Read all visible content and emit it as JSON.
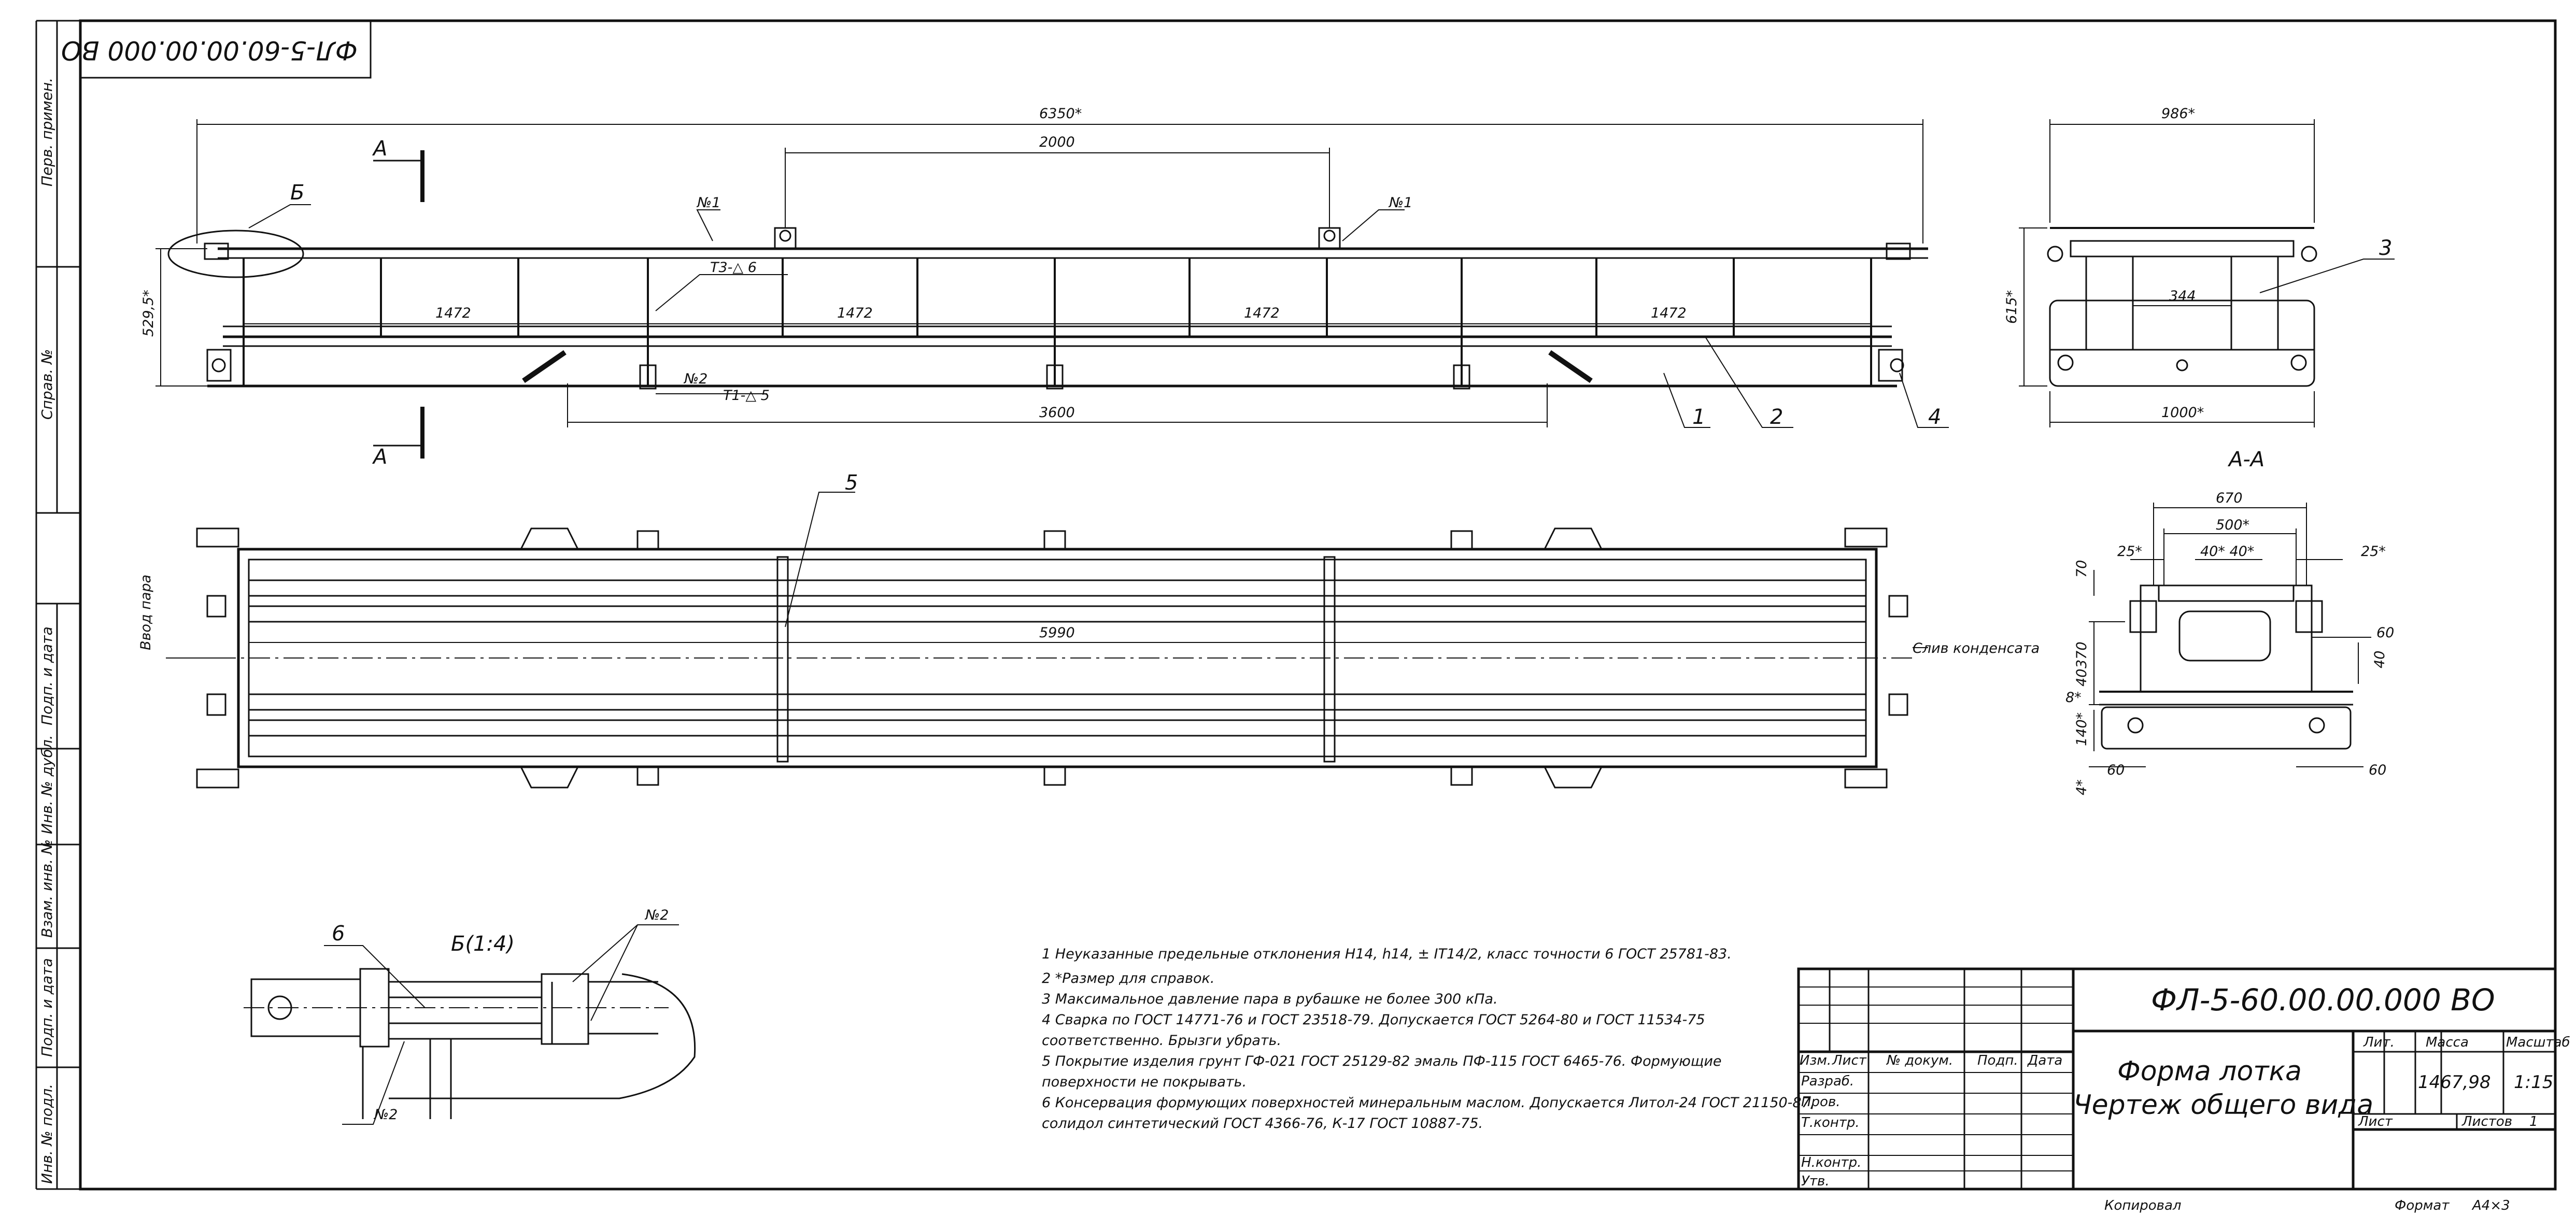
{
  "stamp_top_left": "ФЛ-5-60.00.00.000 ВО",
  "side_strip": {
    "perv_primen": "Перв. примен.",
    "sprav_no": "Справ. №",
    "podp_data_1": "Подп. и дата",
    "inv_dubl": "Инв. № дубл.",
    "vzam_inv": "Взам. инв. №",
    "podp_data_2": "Подп. и дата",
    "inv_podl": "Инв. № подл."
  },
  "front_view": {
    "section_a": "А",
    "callout_b": "Б",
    "dim_overall": "6350*",
    "dim_2000": "2000",
    "dim_height": "529,5*",
    "dim_1472": [
      "1472",
      "1472",
      "1472",
      "1472"
    ],
    "dim_3600": "3600",
    "sling_label": "№1",
    "sling_label_mid": "№1",
    "weld_t3": "Т3-△ 6",
    "weld_t1": "Т1-△ 5",
    "weld_no2": "№2",
    "positions": [
      "1",
      "2",
      "4"
    ]
  },
  "side_view": {
    "dim_top": "986*",
    "dim_height": "615*",
    "dim_344": "344",
    "dim_bottom": "1000*",
    "position": "3"
  },
  "section_view": {
    "title": "А-А",
    "dim_670": "670",
    "dim_500": "500*",
    "dim_25_left": "25*",
    "dim_25_right": "25*",
    "dim_40": "40* 40*",
    "dim_70": "70",
    "dim_370": "370",
    "dim_40_left": "40",
    "dim_40_right": "40",
    "dim_8": "8*",
    "dim_140": "140*",
    "dim_4": "4*",
    "dim_60_a": "60",
    "dim_60_b": "60",
    "dim_60_c": "60"
  },
  "plan_view": {
    "dim_5990": "5990",
    "steam_in": "Ввод пара",
    "condensate_out": "Слив конденсата",
    "position": "5"
  },
  "detail_b": {
    "title": "Б(1:4)",
    "position": "6",
    "no2_top": "№2",
    "no2_bottom": "№2"
  },
  "notes": [
    "1  Неуказанные предельные отклонения Н14, h14, ± IT14/2, класс точности 6 ГОСТ 25781-83.",
    "2  *Размер для справок.",
    "3  Максимальное давление пара в рубашке не более 300 кПа.",
    "4  Сварка по ГОСТ 14771-76 и ГОСТ 23518-79. Допускается ГОСТ 5264-80 и ГОСТ 11534-75",
    "соответственно. Брызги убрать.",
    "5  Покрытие изделия грунт ГФ-021 ГОСТ 25129-82 эмаль ПФ-115 ГОСТ 6465-76. Формующие",
    "поверхности не покрывать.",
    "6  Консервация формующих поверхностей минеральным маслом. Допускается Литол-24 ГОСТ 21150-87,",
    "солидол синтетический ГОСТ 4366-76,  К-17 ГОСТ 10887-75."
  ],
  "title_block": {
    "designation": "ФЛ-5-60.00.00.000 ВО",
    "name_line1": "Форма лотка",
    "name_line2": "Чертеж общего вида",
    "headers": {
      "izm": "Изм.",
      "list": "Лист",
      "doc_no": "№ докум.",
      "podp": "Подп.",
      "data": "Дата"
    },
    "roles": [
      "Разраб.",
      "Пров.",
      "Т.контр.",
      "",
      "Н.контр.",
      "Утв."
    ],
    "lit_label": "Лит.",
    "mass_label": "Масса",
    "scale_label": "Масштаб",
    "mass": "1467,98",
    "scale": "1:15",
    "sheet_label": "Лист",
    "sheets_label": "Листов",
    "sheets": "1",
    "copied": "Копировал",
    "format_label": "Формат",
    "format": "A4×3"
  }
}
